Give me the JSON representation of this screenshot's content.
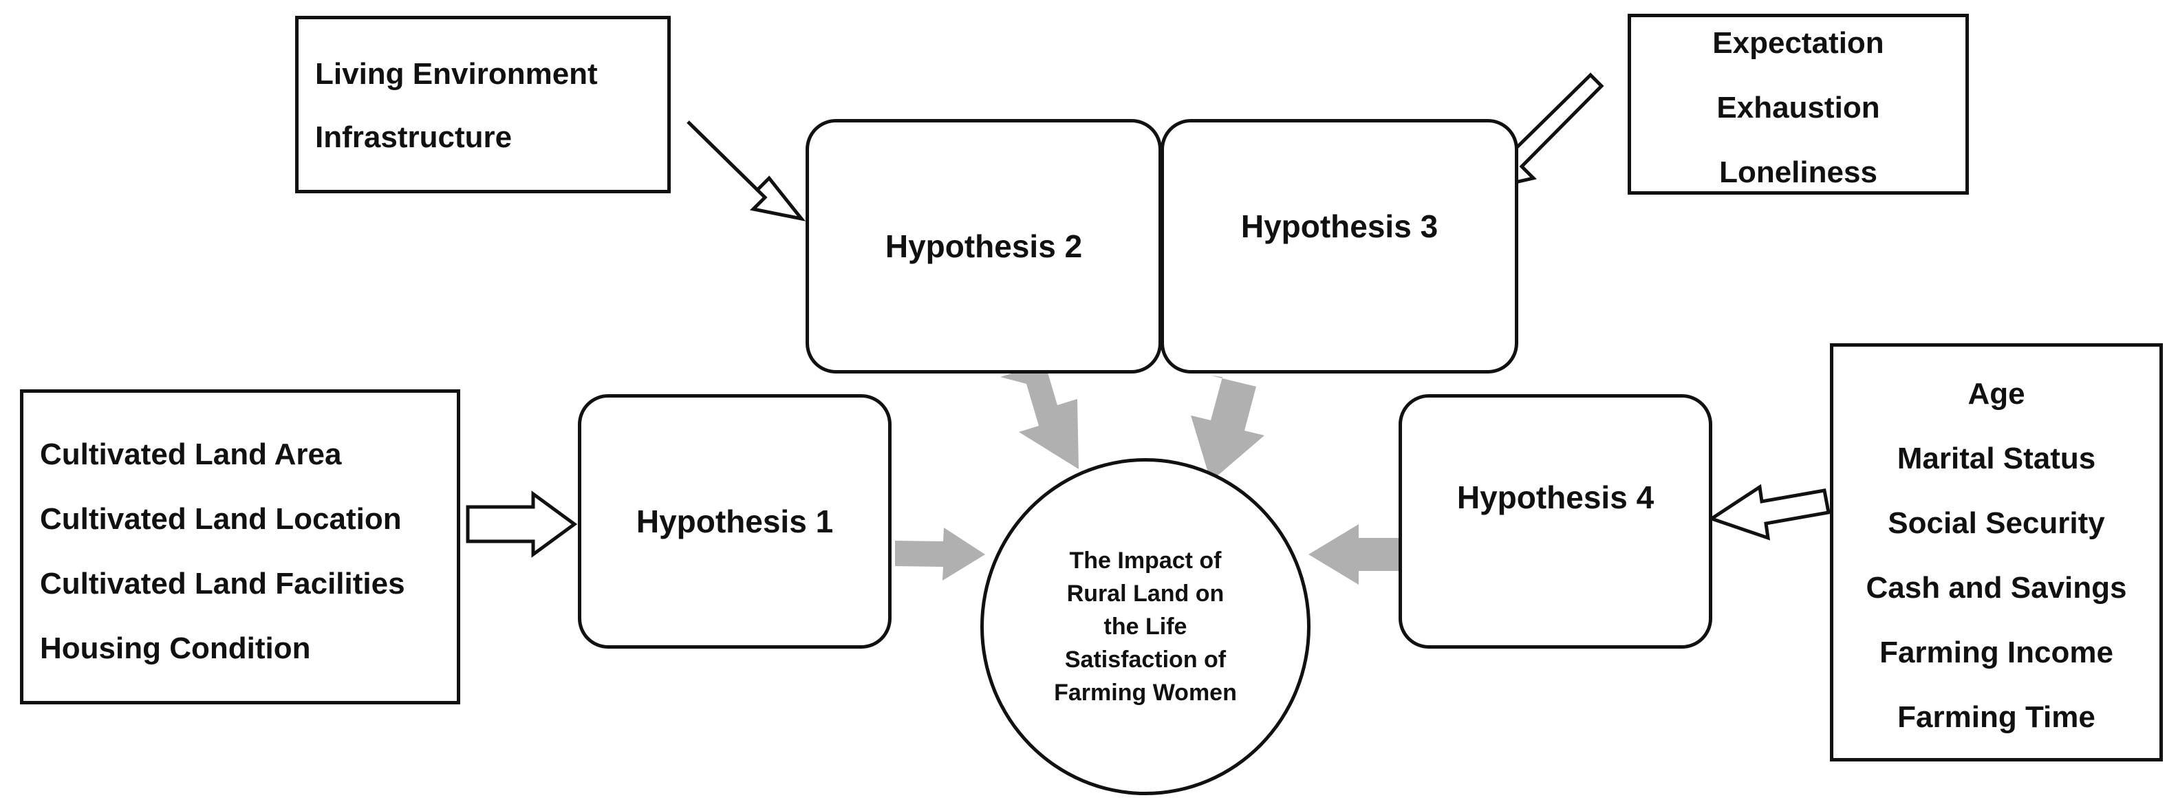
{
  "factor_groups": {
    "living": {
      "items": [
        "Living Environment",
        "Infrastructure"
      ]
    },
    "psychological": {
      "items": [
        "Expectation",
        "Exhaustion",
        "Loneliness"
      ]
    },
    "land": {
      "items": [
        "Cultivated Land Area",
        "Cultivated Land Location",
        "Cultivated Land Facilities",
        "Housing Condition"
      ]
    },
    "personal": {
      "items": [
        "Age",
        "Marital Status",
        "Social Security",
        "Cash and Savings",
        "Farming Income",
        "Farming Time"
      ]
    }
  },
  "hypotheses": {
    "h1": "Hypothesis 1",
    "h2": "Hypothesis 2",
    "h3": "Hypothesis 3",
    "h4": "Hypothesis 4"
  },
  "outcome": {
    "lines": [
      "The Impact of",
      "Rural Land on",
      "the Life",
      "Satisfaction of",
      "Farming Women"
    ]
  },
  "colors": {
    "outline": "#111111",
    "solid_arrow": "#b0b0b0",
    "hollow_arrow_fill": "#ffffff"
  }
}
